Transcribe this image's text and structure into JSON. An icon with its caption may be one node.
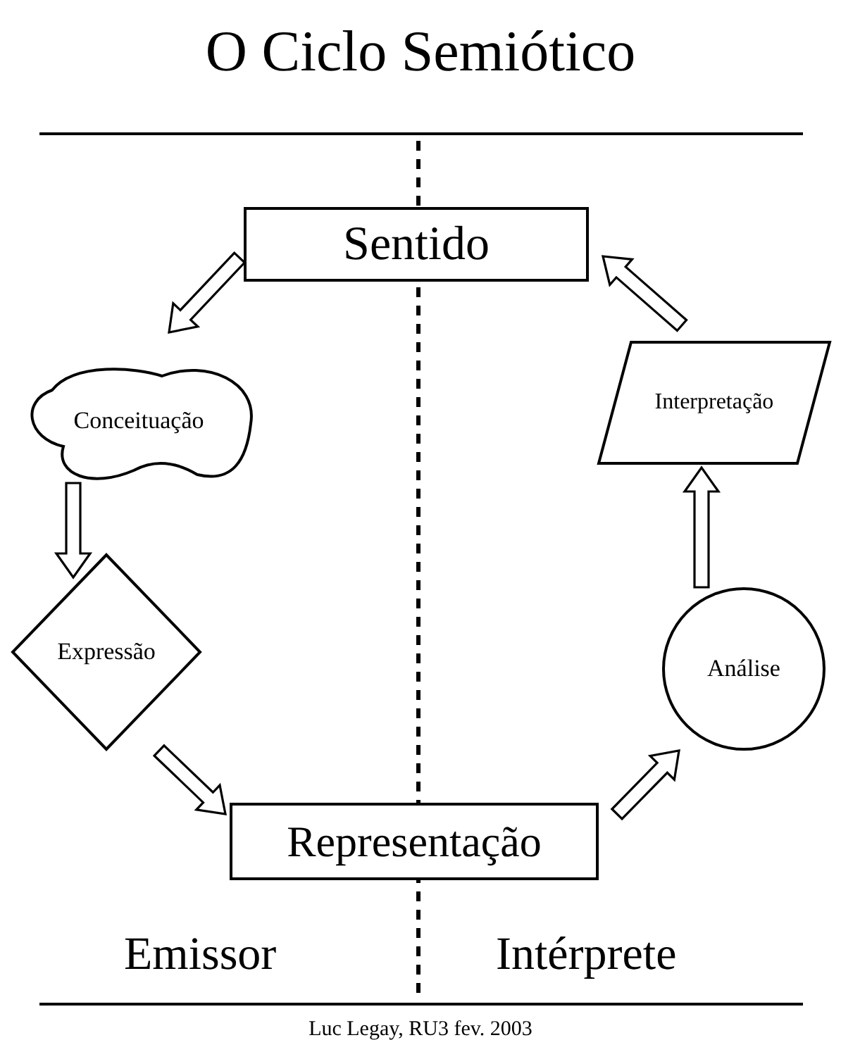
{
  "diagram": {
    "title": "O Ciclo Semiótico",
    "caption": "Luc Legay, RU3 fev. 2003",
    "nodes": [
      {
        "text": [
          "Sentido"
        ]
      },
      {
        "text": [
          "Conceituação"
        ]
      },
      {
        "text": [
          "Expressão"
        ]
      },
      {
        "text": [
          "Representação"
        ]
      },
      {
        "text": [
          "Análise"
        ]
      },
      {
        "text": [
          "Interpretação"
        ]
      }
    ],
    "edges": [
      {
        "from": 0,
        "to": 1,
        "arrow": "to"
      },
      {
        "from": 1,
        "to": 2,
        "arrow": "to"
      },
      {
        "from": 2,
        "to": 3,
        "arrow": "to"
      },
      {
        "from": 3,
        "to": 4,
        "arrow": "to"
      },
      {
        "from": 4,
        "to": 5,
        "arrow": "to"
      },
      {
        "from": 5,
        "to": 0,
        "arrow": "to"
      }
    ],
    "labels": [
      "Emissor",
      "Intérprete"
    ]
  }
}
